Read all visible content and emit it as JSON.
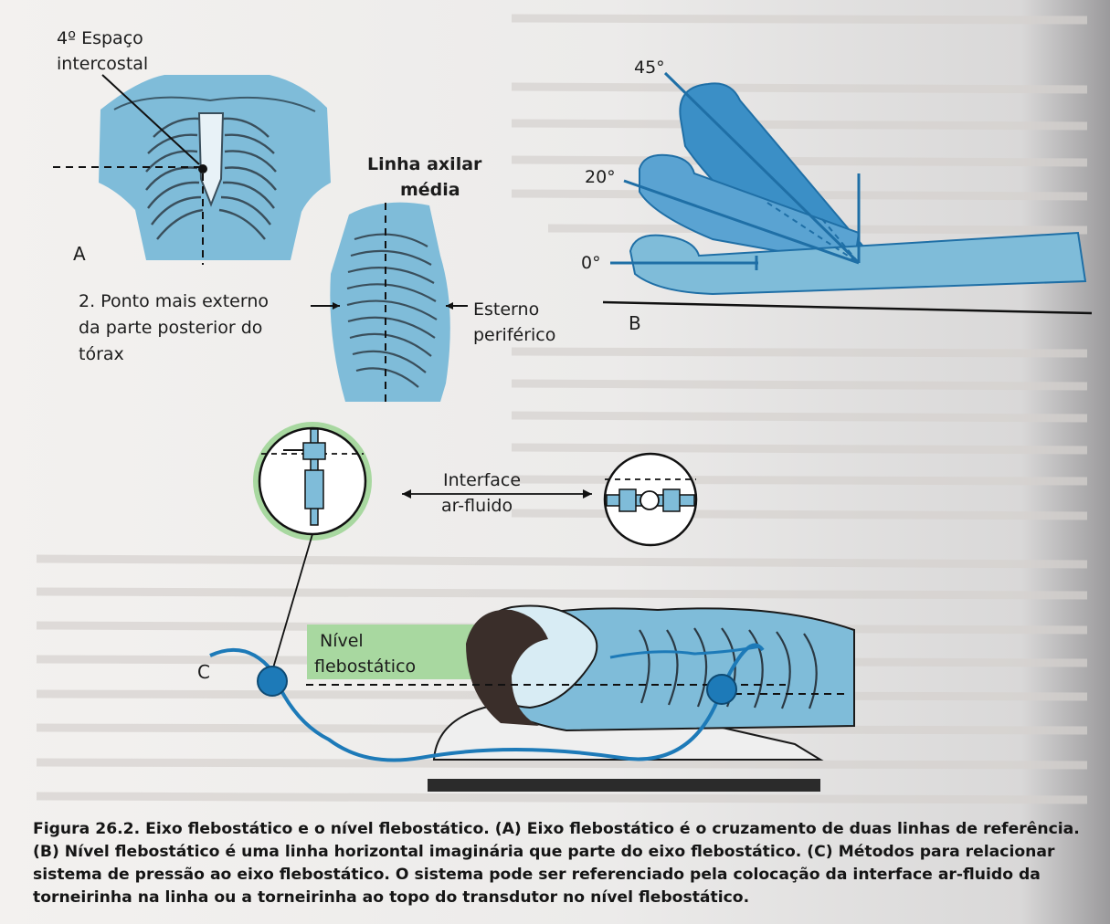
{
  "labels": {
    "intercostal_l1": "4º Espaço",
    "intercostal_l2": "intercostal",
    "axilar_l1": "Linha axilar",
    "axilar_l2": "média",
    "panel_a": "A",
    "ponto_l1": "2. Ponto mais externo",
    "ponto_l2": "da parte posterior do",
    "ponto_l3": "tórax",
    "esterno_l1": "Esterno",
    "esterno_l2": "periférico",
    "angle_45": "45°",
    "angle_20": "20°",
    "angle_0": "0°",
    "panel_b": "B",
    "interface_l1": "Interface",
    "interface_l2": "ar-fluido",
    "nivel_l1": "Nível",
    "nivel_l2": "flebostático",
    "panel_c": "C"
  },
  "caption": {
    "line1": "Figura 26.2. Eixo flebostático e o nível flebostático. (A) Eixo flebostático é o cruzamento de duas linhas de referência.",
    "line2": "(B) Nível flebostático é uma linha horizontal imaginária que parte do eixo flebostático. (C) Métodos para relacionar",
    "line3": "sistema de pressão ao eixo flebostático. O sistema pode ser referenciado pela colocação da interface ar-fluido da",
    "line4": "torneirinha na linha ou a torneirinha ao topo do transdutor no nível flebostático."
  },
  "colors": {
    "figure_blue": "#7fbcd9",
    "dark_blue": "#1f6fa6",
    "tube_blue": "#1d7ab8",
    "highlight_green": "#a8d8a0",
    "hair": "#3a2e2a"
  }
}
